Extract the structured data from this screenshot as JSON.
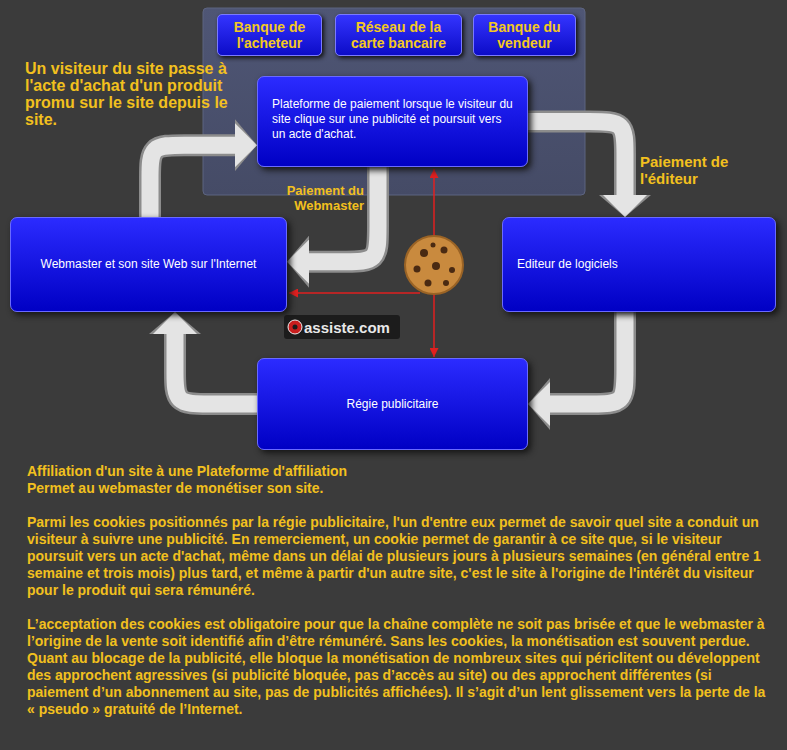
{
  "diagram": {
    "nodes": [
      {
        "text": [
          "Banque de l'acheteur"
        ]
      },
      {
        "text": [
          "Réseau de la carte bancaire"
        ]
      },
      {
        "text": [
          "Banque du vendeur"
        ]
      },
      {
        "text": [
          "Plateforme de paiement lorsque le visiteur du site clique sur une publicité et poursuit vers un acte d'achat."
        ]
      },
      {
        "text": [
          "Webmaster et son site Web sur l'Internet"
        ]
      },
      {
        "text": [
          "Editeur de logiciels"
        ]
      },
      {
        "text": [
          "Régie publicitaire"
        ]
      }
    ],
    "edges": [
      {
        "from": 4,
        "to": 3,
        "arrow": "to",
        "label": "Un visiteur du site passe à l'acte d'achat d'un produit promu sur le site depuis le site."
      },
      {
        "from": 3,
        "to": 5,
        "arrow": "to",
        "label": "Paiement de l'éditeur"
      },
      {
        "from": 5,
        "to": 6,
        "arrow": "to"
      },
      {
        "from": 6,
        "to": 4,
        "arrow": "to"
      },
      {
        "from": 3,
        "to": 4,
        "arrow": "to",
        "label": "Paiement du Webmaster"
      }
    ],
    "labels": [
      "assiste.com",
      "Affiliation d'un site à une Plateforme d'affiliation",
      "Permet au webmaster de monétiser son site.",
      "Parmi les cookies positionnés par la régie publicitaire, l'un d'entre eux permet de savoir quel site a conduit un visiteur à suivre une publicité. En remerciement, un cookie permet de garantir à ce site que, si le visiteur poursuit vers un acte d'achat, même dans un délai de plusieurs jours à plusieurs semaines (en général entre 1 semaine et trois mois) plus tard, et même à partir d'un autre site, c'est le site à l'origine de l'intérêt du visiteur pour le produit qui sera rémunéré.",
      "L’acceptation des cookies est obligatoire pour que la chaîne complète ne soit pas brisée et que le webmaster à l’origine de la vente soit identifié afin d’être rémunéré. Sans les cookies, la monétisation est souvent perdue. Quant au blocage de la publicité, elle bloque la monétisation de nombreux sites qui périclitent ou développent des approchent agressives (si publicité bloquée, pas d’accès au site) ou des approchent différentes (si paiement d’un abonnement au site, pas de publicités affichées). Il s’agit d’un lent glissement vers la perte de la «  pseudo » gratuité de l’Internet."
    ]
  }
}
